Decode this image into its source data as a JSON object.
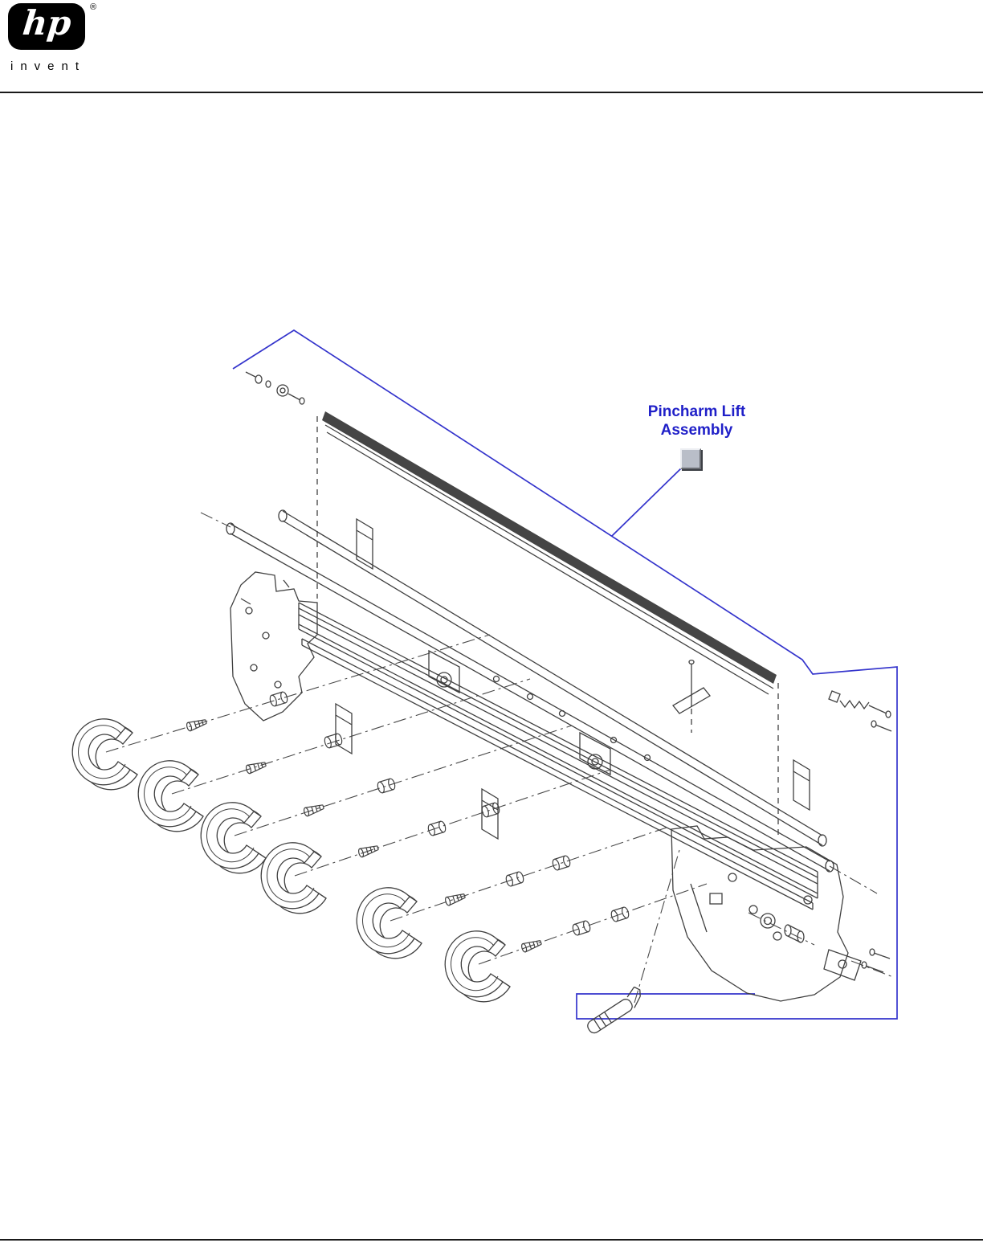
{
  "header": {
    "logo": {
      "text": "hp",
      "registered": "®",
      "tagline": "invent",
      "color": "#000000"
    }
  },
  "diagram": {
    "label_line1": "Pincharm Lift",
    "label_line2": "Assembly",
    "label_color": "#1f1fc8",
    "boundary_color": "#3434cc",
    "line_color": "#404040",
    "button_icon": "assembly-link-button",
    "button_color": "#b9bec8"
  }
}
